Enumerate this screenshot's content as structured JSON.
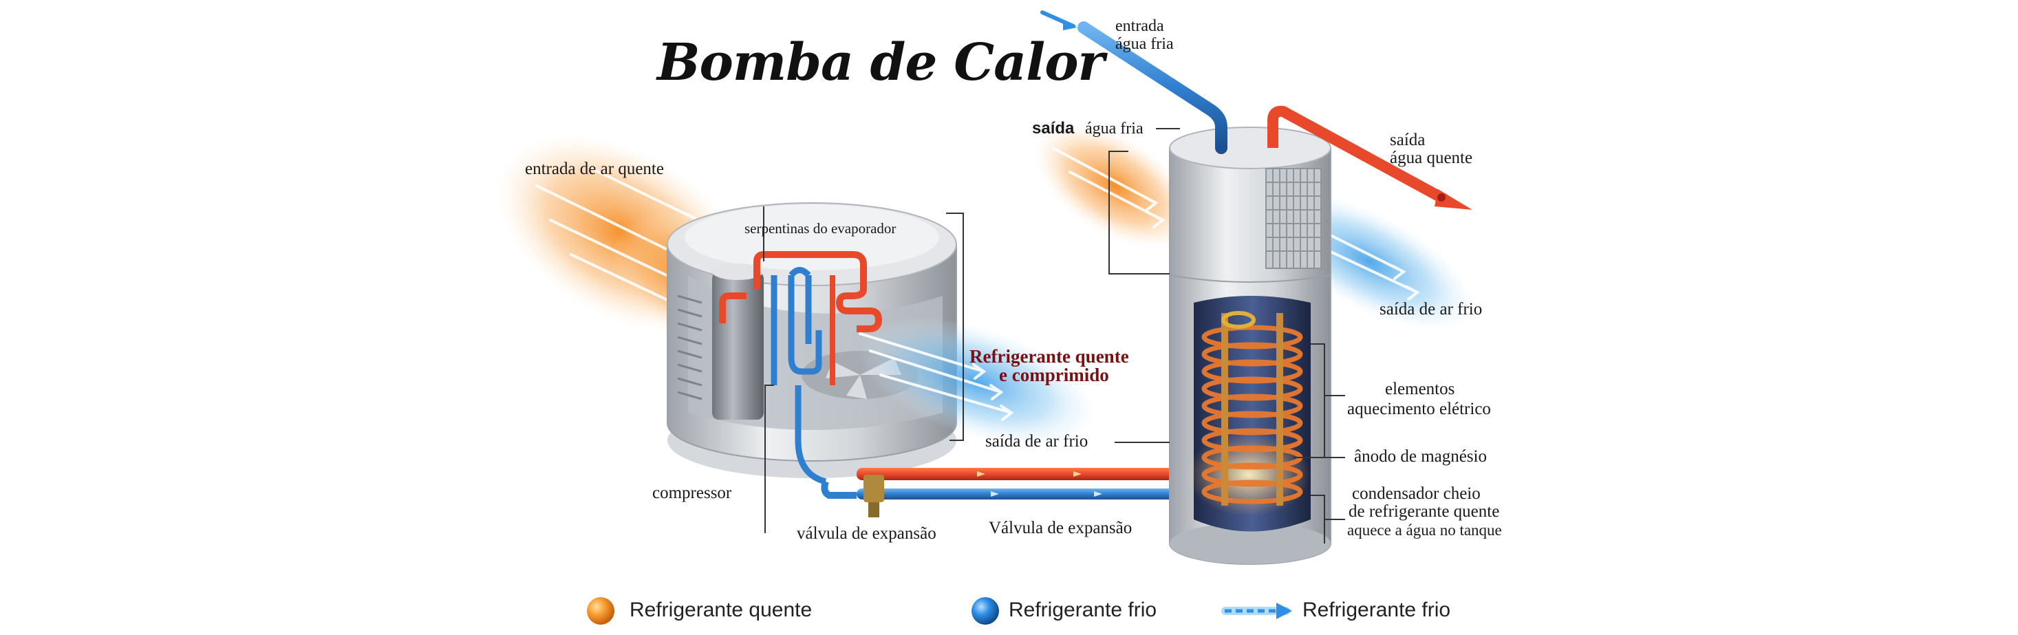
{
  "title": "Bomba de Calor",
  "labels": {
    "warm_air_in": "entrada de ar quente",
    "evaporator_coils": "serpentinas do evaporador",
    "hot_refrigerant_line1": "Refrigerante quente",
    "hot_refrigerant_line2": "e comprimido",
    "cold_air_out_left": "saída de ar frio",
    "compressor": "compressor",
    "expansion_valve_lower": "válvula de expansão",
    "expansion_valve_upper": "Válvula de expansão",
    "cold_water_in_line1": "entrada",
    "cold_water_in_line2": "água fria",
    "cold_water_out_bold": "saída",
    "cold_water_out_rest": "água fria",
    "hot_water_out_line1": "saída",
    "hot_water_out_line2": "água quente",
    "cold_air_out_right": "saída de ar frio",
    "heating_elements_line1": "elementos",
    "heating_elements_line2": "aquecimento elétrico",
    "magnesium_anode": "ânodo de magnésio",
    "condenser_line1": "condensador cheio",
    "condenser_line2": "de refrigerante quente",
    "condenser_line3": "aquece a água no tanque"
  },
  "legend": [
    {
      "icon": "orange-ball-icon",
      "label": "Refrigerante quente",
      "color": "#f28a1e"
    },
    {
      "icon": "blue-ball-icon",
      "label": "Refrigerante frio",
      "color": "#1f7fd6"
    },
    {
      "icon": "blue-dashed-arrow-icon",
      "label": "Refrigerante frio",
      "color": "#2f8fe6"
    }
  ],
  "colors": {
    "hot_pipe": "#e8492a",
    "cold_pipe": "#2f7fd0",
    "hot_air": "#f7a64a",
    "cold_air": "#7cc3f0",
    "coil": "#e8792e",
    "metal": "#c9ccd1"
  }
}
